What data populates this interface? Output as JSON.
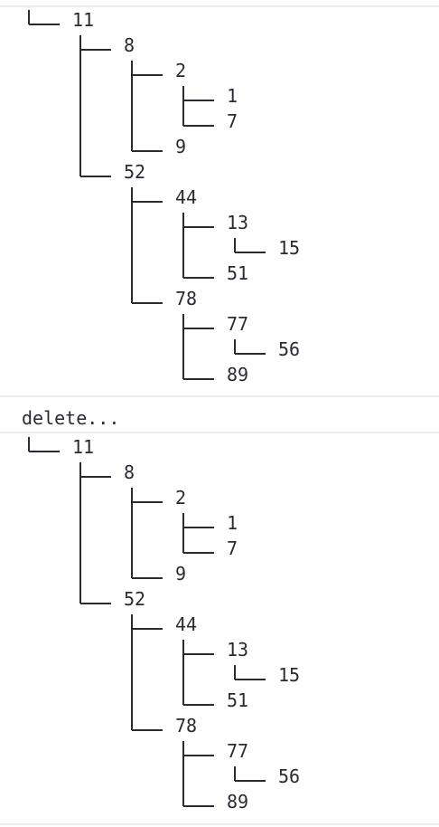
{
  "console": {
    "log_message": "delete...",
    "tree_before": {
      "label": "11",
      "children": [
        {
          "label": "8",
          "children": [
            {
              "label": "2",
              "children": [
                {
                  "label": "1"
                },
                {
                  "label": "7"
                }
              ]
            },
            {
              "label": "9"
            }
          ]
        },
        {
          "label": "52",
          "children": [
            {
              "label": "44",
              "children": [
                {
                  "label": "13",
                  "children": [
                    {
                      "label": "15"
                    }
                  ]
                },
                {
                  "label": "51"
                }
              ]
            },
            {
              "label": "78",
              "children": [
                {
                  "label": "77",
                  "children": [
                    {
                      "label": "56"
                    }
                  ],
                  "branch": "tee"
                },
                {
                  "label": "89"
                }
              ]
            }
          ]
        }
      ]
    },
    "tree_after": {
      "label": "11",
      "children": [
        {
          "label": "8",
          "children": [
            {
              "label": "2",
              "children": [
                {
                  "label": "1"
                },
                {
                  "label": "7"
                }
              ]
            },
            {
              "label": "9"
            }
          ]
        },
        {
          "label": "52",
          "children": [
            {
              "label": "44",
              "children": [
                {
                  "label": "13",
                  "children": [
                    {
                      "label": "15"
                    }
                  ]
                },
                {
                  "label": "51"
                }
              ]
            },
            {
              "label": "78",
              "children": [
                {
                  "label": "77",
                  "children": [
                    {
                      "label": "56"
                    }
                  ],
                  "branch": "tee"
                },
                {
                  "label": "89"
                }
              ]
            }
          ]
        }
      ]
    }
  }
}
